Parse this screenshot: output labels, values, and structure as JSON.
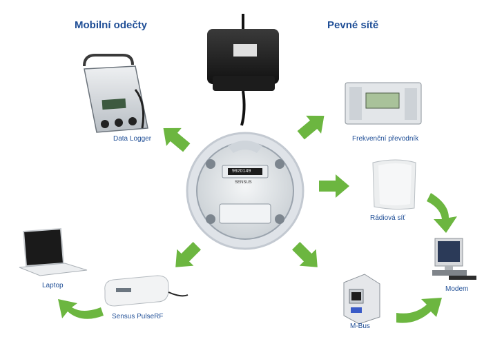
{
  "headings": {
    "mobile": "Mobilní odečty",
    "fixed": "Pevné sítě"
  },
  "devices": {
    "data_logger": "Data Logger",
    "frequency_converter": "Frekvenční převodník",
    "radio_network": "Rádiová síť",
    "modem": "Modem",
    "mbus": "M-Bus",
    "pulse_rf": "Sensus PulseRF",
    "laptop": "Laptop"
  },
  "meter": {
    "brand": "SENSUS",
    "serial": "9920149"
  },
  "colors": {
    "arrow": "#6cb640",
    "heading": "#1f4e96",
    "label": "#1f4e96"
  }
}
